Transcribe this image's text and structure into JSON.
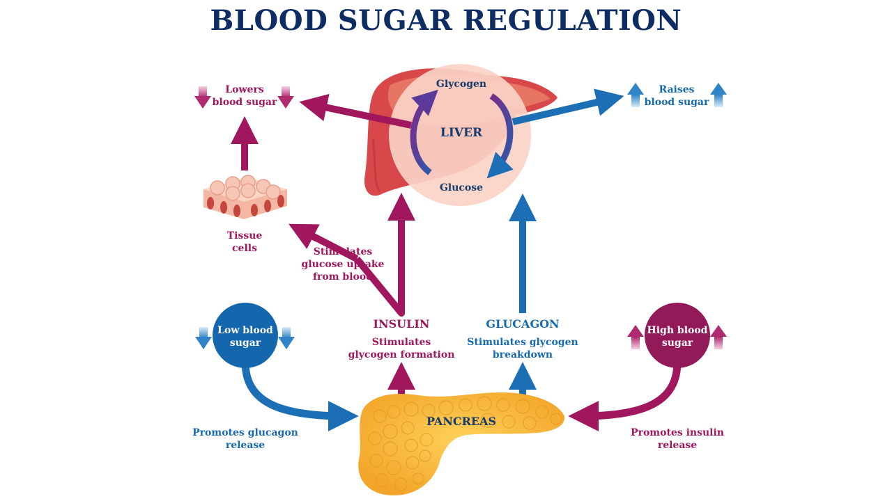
{
  "title": "BLOOD SUGAR REGULATION",
  "liver": {
    "name": "LIVER",
    "glycogen": "Glycogen",
    "glucose": "Glucose"
  },
  "lowers": "Lowers\nblood sugar",
  "raises": "Raises\nblood sugar",
  "tissue": "Tissue\ncells",
  "uptake": "Stimulates\nglucose uptake\nfrom blood",
  "insulin": {
    "name": "INSULIN",
    "desc": "Stimulates\nglycogen formation"
  },
  "glucagon": {
    "name": "GLUCAGON",
    "desc": "Stimulates glycogen\nbreakdown"
  },
  "low": "Low blood\nsugar",
  "high": "High blood\nsugar",
  "promotes_glucagon": "Promotes glucagon\nrelease",
  "promotes_insulin": "Promotes insulin\nrelease",
  "pancreas": "PANCREAS",
  "colors": {
    "magenta": "#a0175e",
    "blue": "#176aae",
    "navy": "#0e2d63"
  }
}
